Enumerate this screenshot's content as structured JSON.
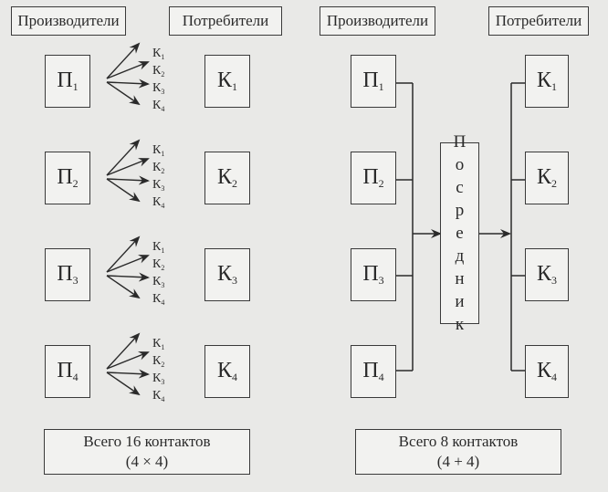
{
  "left_scheme": {
    "header_producers": "Производители",
    "header_consumers": "Потребители",
    "producers": [
      {
        "letter": "П",
        "sub": "1"
      },
      {
        "letter": "П",
        "sub": "2"
      },
      {
        "letter": "П",
        "sub": "3"
      },
      {
        "letter": "П",
        "sub": "4"
      }
    ],
    "consumers": [
      {
        "letter": "К",
        "sub": "1"
      },
      {
        "letter": "К",
        "sub": "2"
      },
      {
        "letter": "К",
        "sub": "3"
      },
      {
        "letter": "К",
        "sub": "4"
      }
    ],
    "arrow_labels": [
      {
        "letter": "К",
        "sub": "1"
      },
      {
        "letter": "К",
        "sub": "2"
      },
      {
        "letter": "К",
        "sub": "3"
      },
      {
        "letter": "К",
        "sub": "4"
      }
    ],
    "total_line1": "Всего 16 контактов",
    "total_line2": "(4 × 4)"
  },
  "right_scheme": {
    "header_producers": "Производители",
    "header_consumers": "Потребители",
    "producers": [
      {
        "letter": "П",
        "sub": "1"
      },
      {
        "letter": "П",
        "sub": "2"
      },
      {
        "letter": "П",
        "sub": "3"
      },
      {
        "letter": "П",
        "sub": "4"
      }
    ],
    "consumers": [
      {
        "letter": "К",
        "sub": "1"
      },
      {
        "letter": "К",
        "sub": "2"
      },
      {
        "letter": "К",
        "sub": "3"
      },
      {
        "letter": "К",
        "sub": "4"
      }
    ],
    "intermediary_letters": [
      "П",
      "о",
      "с",
      "р",
      "е",
      "д",
      "н",
      "и",
      "к"
    ],
    "total_line1": "Всего 8 контактов",
    "total_line2": "(4 + 4)"
  }
}
